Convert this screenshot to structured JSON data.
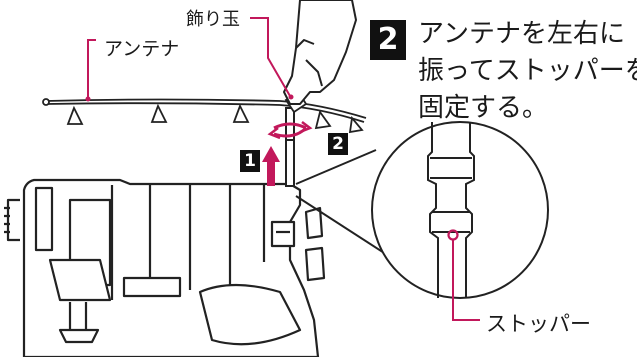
{
  "labels": {
    "antenna": "アンテナ",
    "bead": "飾り玉",
    "stopper": "ストッパー"
  },
  "steps": {
    "main": "2",
    "one": "1",
    "two": "2"
  },
  "instruction": {
    "line1": "アンテナを左右に",
    "line2": "振ってストッパーを",
    "line3": "固定する。"
  },
  "colors": {
    "leader": "#c2185b",
    "arrow": "#c2185b",
    "line": "#222222"
  }
}
